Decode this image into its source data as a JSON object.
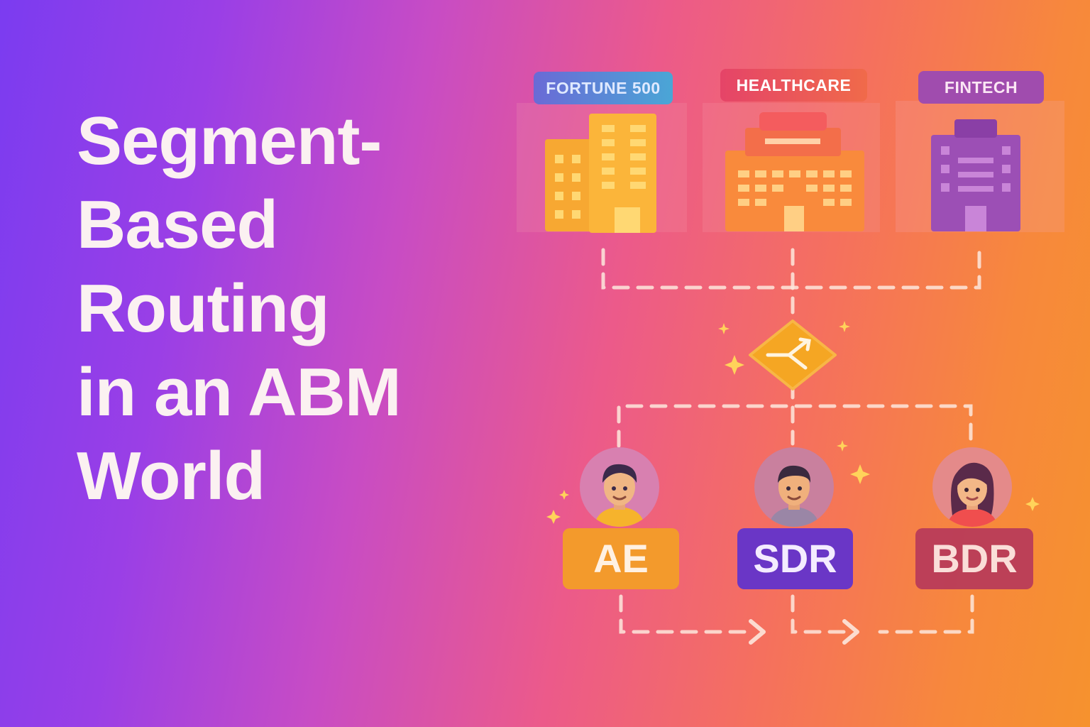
{
  "title_lines": [
    "Segment-",
    "Based",
    "Routing",
    "in an ABM",
    "World"
  ],
  "segments": [
    {
      "label": "FORTUNE 500",
      "icon": "office-tower-icon"
    },
    {
      "label": "HEALTHCARE",
      "icon": "hospital-building-icon"
    },
    {
      "label": "FINTECH",
      "icon": "bank-building-icon"
    }
  ],
  "router_icon": "split-arrow-icon",
  "roles": [
    {
      "label": "AE",
      "avatar": "man-avatar-icon"
    },
    {
      "label": "SDR",
      "avatar": "man-avatar-icon"
    },
    {
      "label": "BDR",
      "avatar": "woman-avatar-icon"
    }
  ],
  "colors": {
    "fortune_tag": "#5a6fd0",
    "healthcare_tag": "#e8455c",
    "fintech_tag": "#9b48b8",
    "ae_box": "#f39a2c",
    "sdr_box": "#6a36c6",
    "bdr_box": "#b83a5a",
    "router": "#f5a623",
    "dashes": "#fde7dd"
  }
}
